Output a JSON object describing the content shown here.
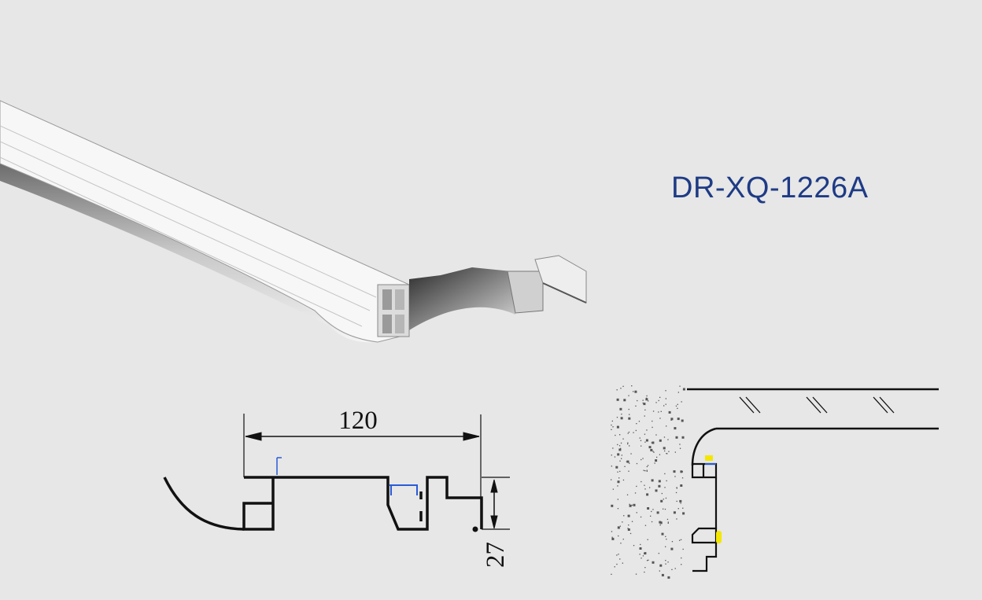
{
  "product": {
    "model": "DR-XQ-1226A",
    "title_color": "#1f3b86"
  },
  "section_drawing": {
    "width_dimension": "120",
    "height_dimension": "27",
    "accent_color": "#2a5bd7"
  },
  "installation_drawing": {
    "seal_color": "#f5e600"
  }
}
